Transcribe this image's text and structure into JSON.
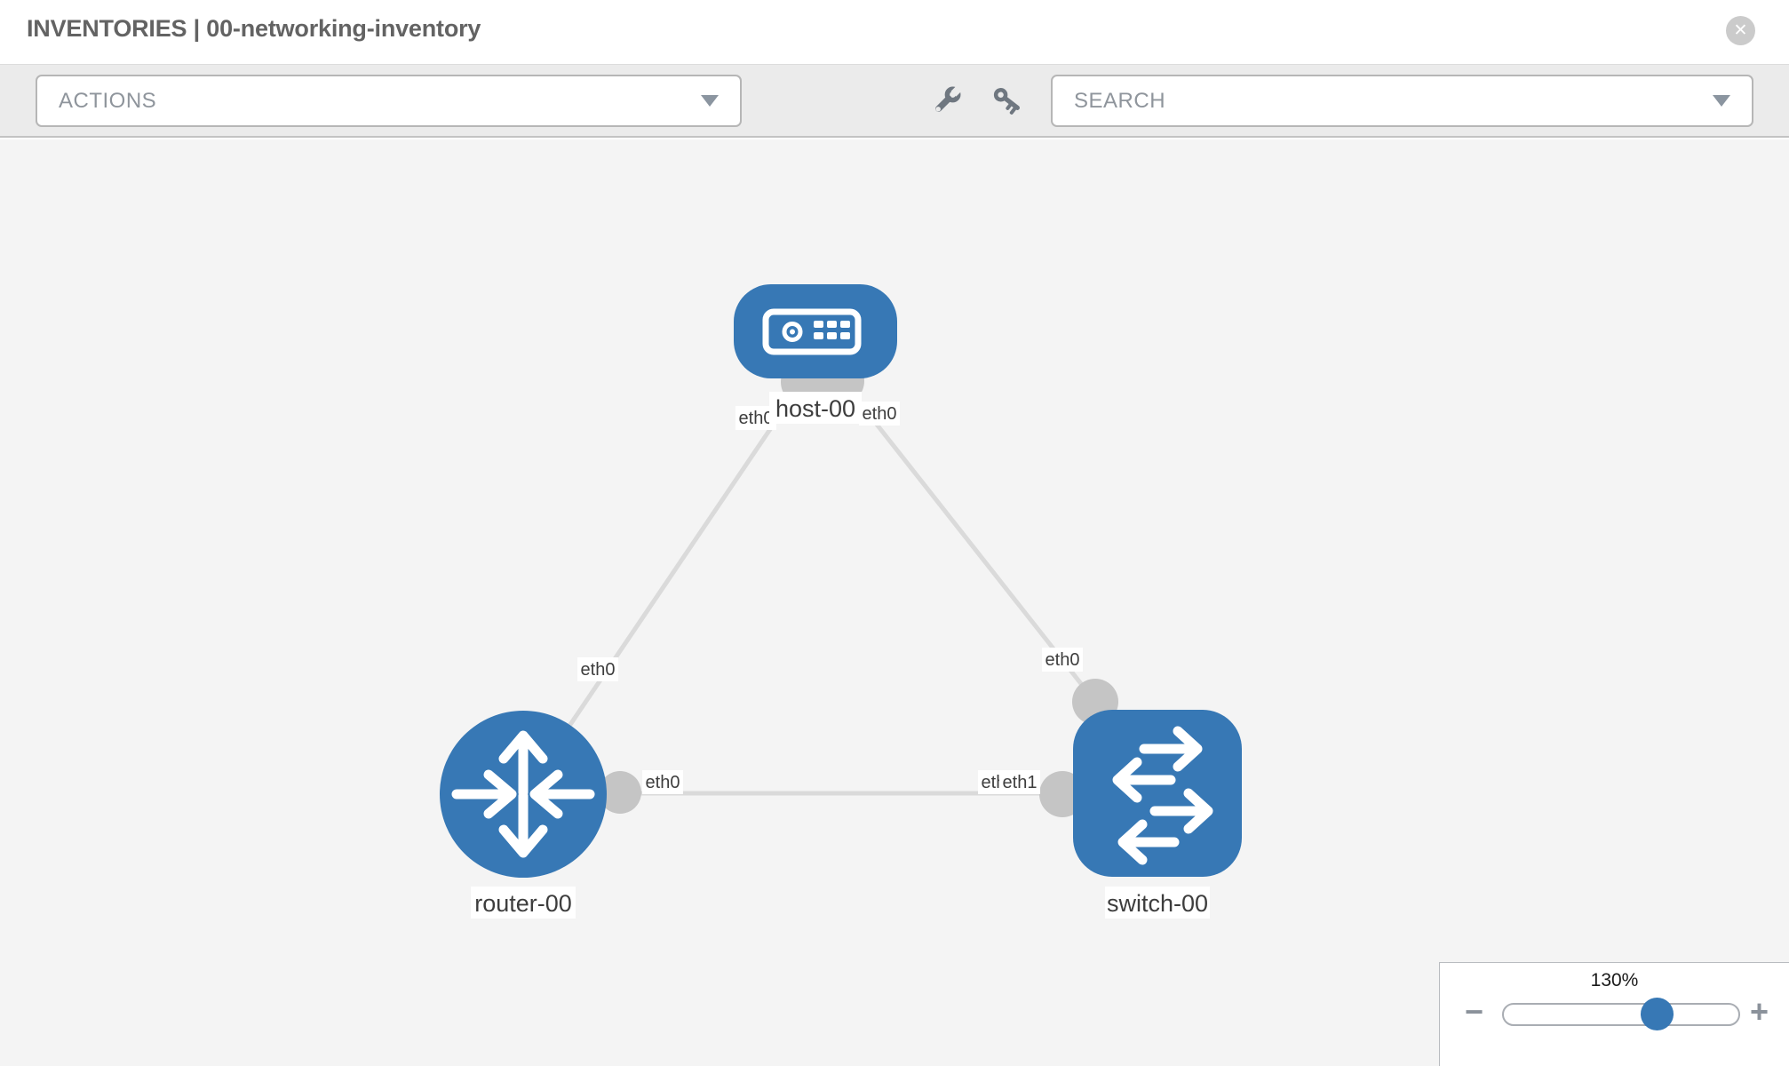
{
  "header": {
    "title": "INVENTORIES | 00-networking-inventory",
    "close_glyph": "✕"
  },
  "toolbar": {
    "actions_label": "ACTIONS",
    "search_placeholder": "SEARCH",
    "tool_icons": [
      "wrench",
      "key"
    ]
  },
  "topology": {
    "nodes": [
      {
        "id": "host-00",
        "type": "host",
        "label": "host-00"
      },
      {
        "id": "router-00",
        "type": "router",
        "label": "router-00"
      },
      {
        "id": "switch-00",
        "type": "switch",
        "label": "switch-00"
      }
    ],
    "links": [
      {
        "from": "host-00",
        "from_interface": "eth0",
        "to": "router-00",
        "to_interface": "eth0"
      },
      {
        "from": "host-00",
        "from_interface": "eth0",
        "to": "switch-00",
        "to_interface": "eth0"
      },
      {
        "from": "router-00",
        "from_interface": "eth0",
        "to": "switch-00",
        "to_interface": "eth1"
      }
    ],
    "overlap_hidden_label": "eth0"
  },
  "zoom_control": {
    "level": "130%",
    "minus_glyph": "−",
    "plus_glyph": "+"
  },
  "colors": {
    "node_blue": "#3778b5",
    "edge_gray": "#dadada",
    "dot_gray": "#c5c5c5",
    "toolbar_bg": "#ebebeb",
    "canvas_bg": "#f4f4f4"
  }
}
